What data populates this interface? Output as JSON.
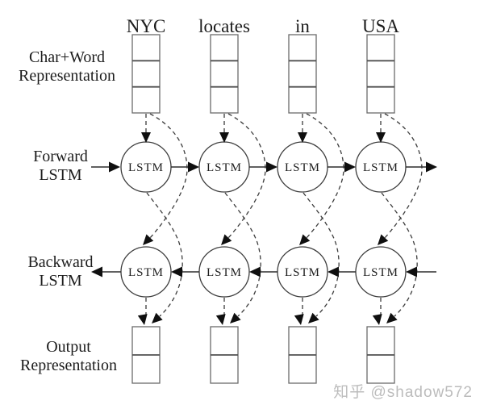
{
  "diagram": {
    "title_implied": "",
    "columns": [
      {
        "word": "NYC"
      },
      {
        "word": "locates"
      },
      {
        "word": "in"
      },
      {
        "word": "USA"
      }
    ],
    "node_label": "LSTM",
    "node_count": 8,
    "rows": {
      "char_word": {
        "line1": "Char+Word",
        "line2": "Representation"
      },
      "forward": {
        "line1": "Forward",
        "line2": "LSTM"
      },
      "backward": {
        "line1": "Backward",
        "line2": "LSTM"
      },
      "output": {
        "line1": "Output",
        "line2": "Representation"
      }
    },
    "structure": {
      "input_cells_per_column": 3,
      "output_cells_per_column": 2,
      "forward_chain_direction": "left-to-right",
      "backward_chain_direction": "right-to-left",
      "dashed_edges_per_column": [
        "input->forward_lstm",
        "input->backward_lstm (curve around forward node)",
        "forward_lstm->output (curve around backward node)",
        "backward_lstm->output"
      ]
    },
    "colors": {
      "background": "#ffffff",
      "solid_line": "#2d2d2d",
      "dashed_line": "#3c3c3c",
      "arrow_fill": "#0f0f0f",
      "box_border": "#6b6b6b",
      "box_divider": "#505050",
      "circle_border": "#3d3d3d",
      "text": "#1c1c1c",
      "watermark": "#bcbcbc"
    }
  },
  "watermark": {
    "text": "知乎 @shadow572"
  }
}
